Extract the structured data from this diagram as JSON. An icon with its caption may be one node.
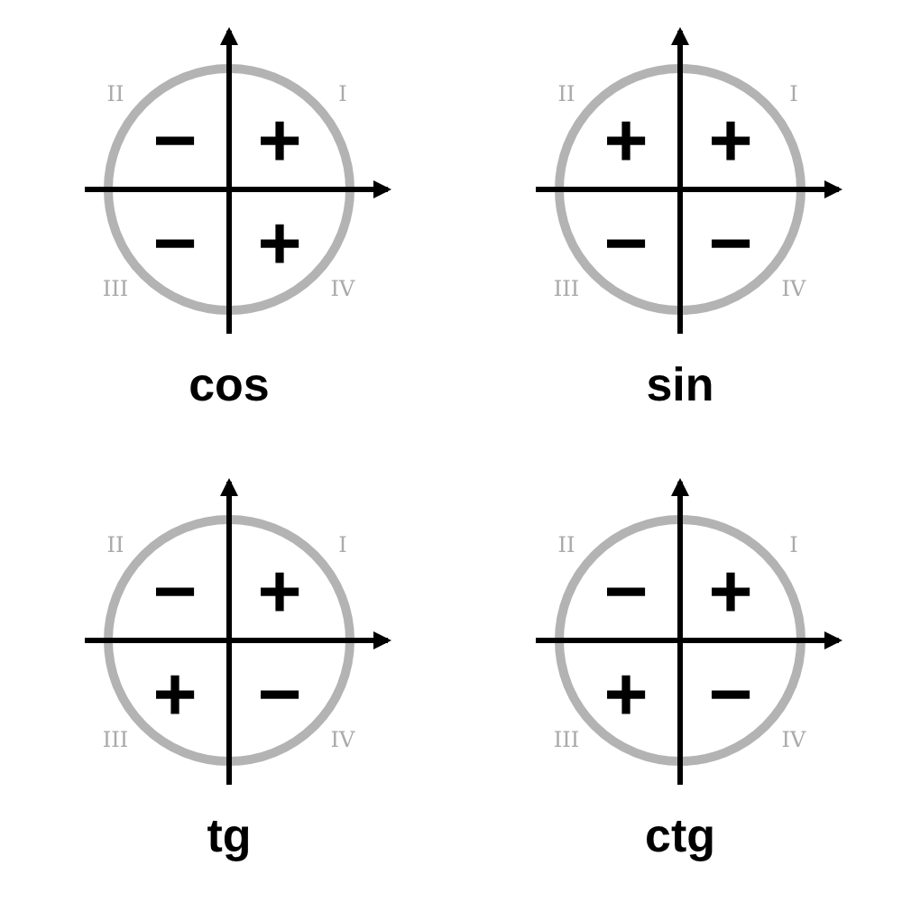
{
  "diagram": {
    "labels": [
      "II",
      "I",
      "−",
      "+",
      "−",
      "+",
      "III",
      "IV",
      "cos",
      "II",
      "I",
      "+",
      "+",
      "−",
      "−",
      "III",
      "IV",
      "sin",
      "II",
      "I",
      "−",
      "+",
      "+",
      "−",
      "III",
      "IV",
      "tg",
      "II",
      "I",
      "−",
      "+",
      "+",
      "−",
      "III",
      "IV",
      "ctg"
    ]
  }
}
